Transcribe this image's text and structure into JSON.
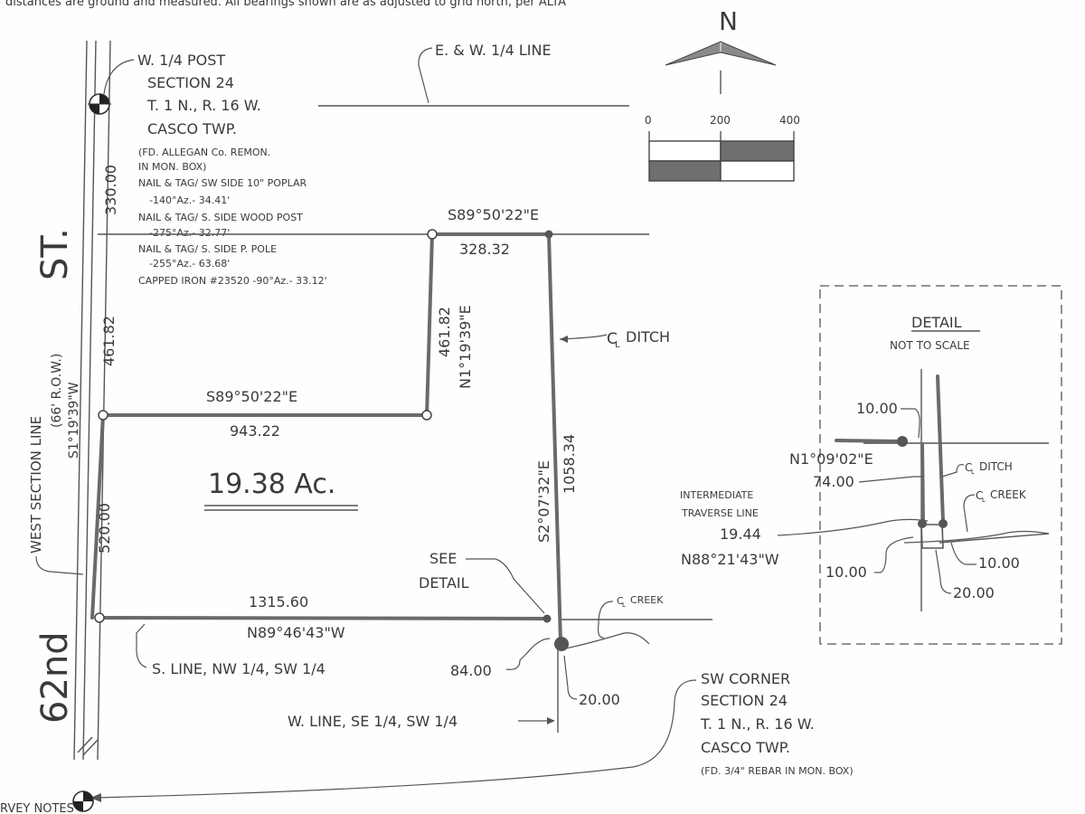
{
  "header_fragment": "distances are ground and measured. All bearings shown are as adjusted to grid north, per ALTA",
  "north_arrow": {
    "letter": "N"
  },
  "scale_bar": {
    "ticks": [
      "0",
      "200",
      "400"
    ]
  },
  "road": {
    "name_top": "ST.",
    "name_bottom": "62nd"
  },
  "west_quarter_post": {
    "lines": [
      "W. 1/4 POST",
      "SECTION 24",
      "T. 1 N., R. 16 W.",
      "CASCO TWP."
    ],
    "witness": [
      "(FD. ALLEGAN Co. REMON.",
      "IN MON. BOX)",
      "NAIL & TAG/ SW SIDE 10\" POPLAR",
      "-140°Az.- 34.41'",
      "NAIL & TAG/ S. SIDE WOOD POST",
      "-275°Az.- 32.77'",
      "NAIL & TAG/ S. SIDE P. POLE",
      "-255°Az.- 63.68'",
      "CAPPED IRON #23520 -90°Az.- 33.12'"
    ]
  },
  "ew_quarter_line": "E. & W. 1/4 LINE",
  "west_section_line": {
    "line1": "WEST SECTION LINE",
    "line2": "(66' R.O.W.)",
    "bearing": "S1°19'39\"W"
  },
  "road_dims": {
    "north_seg": "330.00",
    "mid_seg": "461.82",
    "south_seg": "520.00"
  },
  "courses": {
    "north_bearing": "S89°50'22\"E",
    "north_dist": "328.32",
    "east_jog_dist": "461.82",
    "east_jog_bearing": "N1°19'39\"E",
    "mid_bearing": "S89°50'22\"E",
    "mid_dist": "943.22",
    "east_bearing": "S2°07'32\"E",
    "east_dist": "1058.34",
    "south_dist": "1315.60",
    "south_bearing": "N89°46'43\"W"
  },
  "area": "19.38 Ac.",
  "ditch_label": "DITCH",
  "creek_label": "CREEK",
  "see_detail": [
    "SEE",
    "DETAIL"
  ],
  "s_line": "S. LINE, NW 1/4, SW 1/4",
  "w_line": "W. LINE, SE 1/4, SW 1/4",
  "dim_84": "84.00",
  "dim_20": "20.00",
  "sw_corner": {
    "lines": [
      "SW CORNER",
      "SECTION 24",
      "T. 1 N., R. 16 W.",
      "CASCO TWP."
    ],
    "note": "(FD. 3/4\" REBAR IN MON. BOX)"
  },
  "detail": {
    "title": "DETAIL",
    "subtitle": "NOT TO SCALE",
    "dim_top": "10.00",
    "bearing": "N1°09'02\"E",
    "dist": "74.00",
    "ditch": "DITCH",
    "creek": "CREEK",
    "traverse": [
      "INTERMEDIATE",
      "TRAVERSE LINE"
    ],
    "traverse_dist": "19.44",
    "traverse_bearing": "N88°21'43\"W",
    "dim_left": "10.00",
    "dim_right": "10.00",
    "dim_bottom": "20.00"
  },
  "footer_fragment": "RVEY NOTES"
}
